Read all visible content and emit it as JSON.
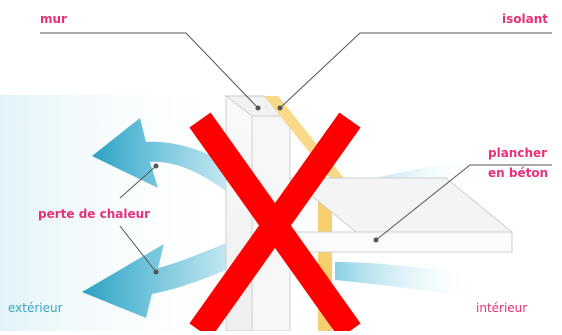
{
  "labels": {
    "wall": "mur",
    "insulation": "isolant",
    "floor_line1": "plancher",
    "floor_line2": "en béton",
    "heat_loss": "perte de chaleur",
    "exterior": "extérieur",
    "interior": "intérieur"
  },
  "colors": {
    "label_pink": "#e8307a",
    "exterior_blue": "#3aa6c2",
    "arrow_blue": "#4fb7d3",
    "insulation_yellow": "#f7cf6e",
    "leader_line": "#555555",
    "cross_red": "#ff0000"
  },
  "icons": {
    "arrow_up": "heat-loss-arrow-upper",
    "arrow_down": "heat-loss-arrow-lower",
    "overlay": "red-x-mark"
  }
}
